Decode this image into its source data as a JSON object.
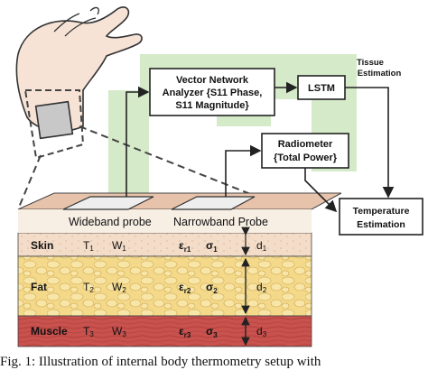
{
  "boxes": {
    "vna_line1": "Vector Network",
    "vna_line2": "Analyzer {S11 Phase,",
    "vna_line3": "S11 Magnitude}",
    "lstm": "LSTM",
    "tissue_line1": "Tissue",
    "tissue_line2": "Estimation",
    "radiometer_line1": "Radiometer",
    "radiometer_line2": "{Total Power}",
    "temperature_line1": "Temperature",
    "temperature_line2": "Estimation"
  },
  "probes": {
    "wideband": "Wideband probe",
    "narrowband": "Narrowband Probe"
  },
  "layers": [
    {
      "name": "Skin",
      "T": "T",
      "T_sub": "1",
      "W": "W",
      "W_sub": "1",
      "eps": "ε",
      "eps_sub": "r1",
      "sigma": "σ",
      "sigma_sub": "1",
      "d": "d",
      "d_sub": "1"
    },
    {
      "name": "Fat",
      "T": "T",
      "T_sub": "2",
      "W": "W",
      "W_sub": "2",
      "eps": "ε",
      "eps_sub": "r2",
      "sigma": "σ",
      "sigma_sub": "2",
      "d": "d",
      "d_sub": "2"
    },
    {
      "name": "Muscle",
      "T": "T",
      "T_sub": "3",
      "W": "W",
      "W_sub": "3",
      "eps": "ε",
      "eps_sub": "r3",
      "sigma": "σ",
      "sigma_sub": "3",
      "d": "d",
      "d_sub": "3"
    }
  ],
  "caption": "Fig. 1: Illustration of internal body thermometry setup with",
  "colors": {
    "green_region": "#cfe8c2",
    "skin_layer": "#f3dcc8",
    "fat_layer": "#f4d98a",
    "muscle_layer": "#c9524e",
    "tissue_top": "#e8c3ab"
  }
}
